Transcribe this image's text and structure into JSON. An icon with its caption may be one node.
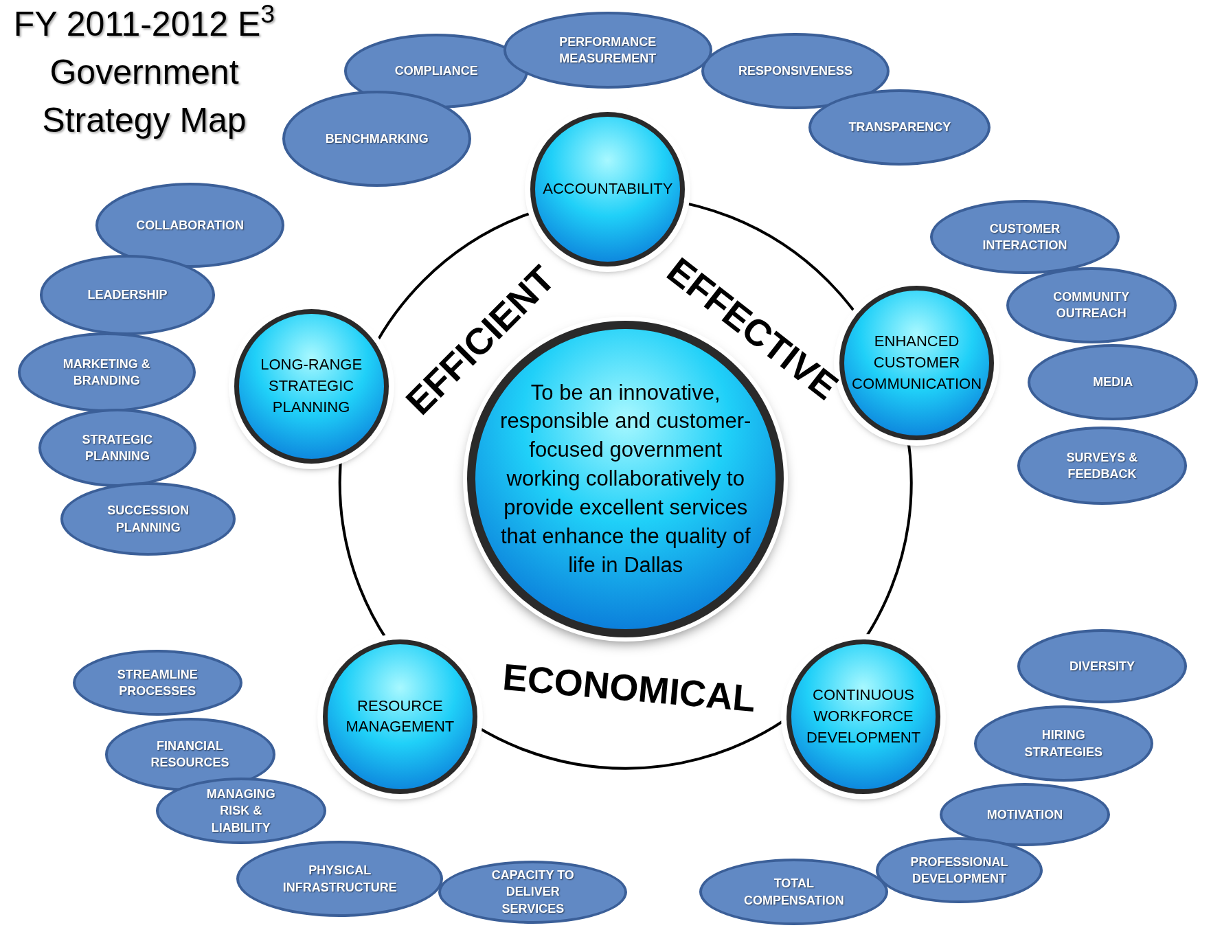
{
  "diagram": {
    "title": "FY 2011-2012 E$^{3}$ Government Strategy Map",
    "nodes": [
      {
        "text": [
          "To be an innovative, responsible and customer-focused government working collaboratively to provide excellent services that enhance the quality of life in Dallas"
        ]
      },
      {
        "text": [
          "ACCOUNTABILITY"
        ]
      },
      {
        "text": [
          "ENHANCED CUSTOMER COMMUNICATION"
        ]
      },
      {
        "text": [
          "CONTINUOUS WORKFORCE DEVELOPMENT"
        ]
      },
      {
        "text": [
          "RESOURCE MANAGEMENT"
        ]
      },
      {
        "text": [
          "LONG-RANGE STRATEGIC PLANNING"
        ]
      },
      {
        "text": [
          "COMPLIANCE"
        ]
      },
      {
        "text": [
          "RESPONSIVENESS"
        ]
      },
      {
        "text": [
          "PERFORMANCE MEASUREMENT"
        ]
      },
      {
        "text": [
          "BENCHMARKING"
        ]
      },
      {
        "text": [
          "TRANSPARENCY"
        ]
      },
      {
        "text": [
          "COLLABORATION"
        ]
      },
      {
        "text": [
          "LEADERSHIP"
        ]
      },
      {
        "text": [
          "MARKETING & BRANDING"
        ]
      },
      {
        "text": [
          "STRATEGIC PLANNING"
        ]
      },
      {
        "text": [
          "SUCCESSION PLANNING"
        ]
      },
      {
        "text": [
          "CUSTOMER INTERACTION"
        ]
      },
      {
        "text": [
          "COMMUNITY OUTREACH"
        ]
      },
      {
        "text": [
          "MEDIA"
        ]
      },
      {
        "text": [
          "SURVEYS & FEEDBACK"
        ]
      },
      {
        "text": [
          "DIVERSITY"
        ]
      },
      {
        "text": [
          "HIRING STRATEGIES"
        ]
      },
      {
        "text": [
          "MOTIVATION"
        ]
      },
      {
        "text": [
          "PROFESSIONAL DEVELOPMENT"
        ]
      },
      {
        "text": [
          "TOTAL COMPENSATION"
        ]
      },
      {
        "text": [
          "STREAMLINE PROCESSES"
        ]
      },
      {
        "text": [
          "FINANCIAL RESOURCES"
        ]
      },
      {
        "text": [
          "MANAGING RISK & LIABILITY"
        ]
      },
      {
        "text": [
          "PHYSICAL INFRASTRUCTURE"
        ]
      },
      {
        "text": [
          "CAPACITY TO DELIVER SERVICES"
        ]
      }
    ],
    "labels": [
      "EFFICIENT",
      "EFFECTIVE",
      "ECONOMICAL"
    ]
  }
}
